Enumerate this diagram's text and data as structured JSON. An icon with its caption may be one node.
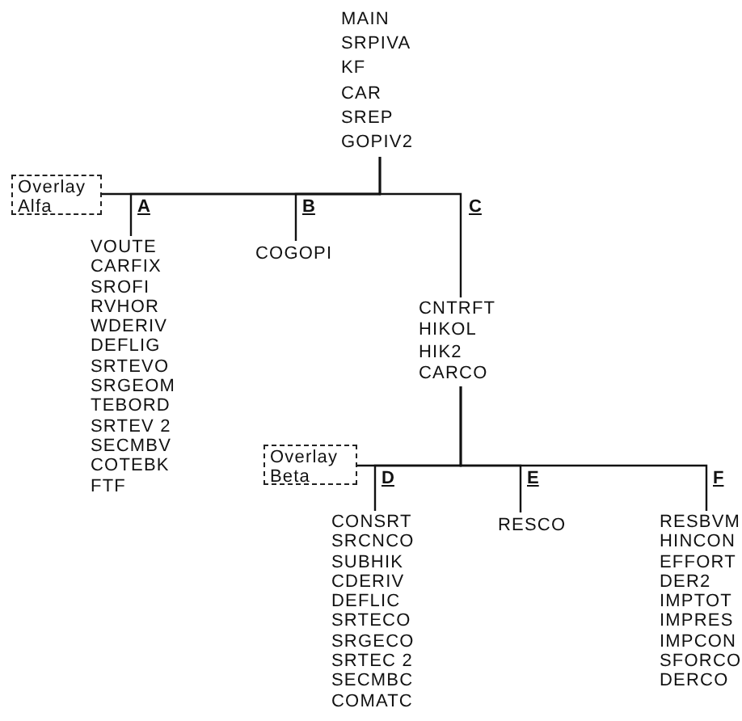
{
  "diagram": {
    "nodes": [
      {
        "text": [
          "MAIN",
          "SRPIVA",
          "KF",
          "CAR",
          "SREP",
          "GOPIV2"
        ]
      },
      {
        "text": [
          "Overlay Alfa"
        ]
      },
      {
        "text": [
          "VOUTE",
          "CARFIX",
          "SROFI",
          "RVHOR",
          "WDERIV",
          "DEFLIG",
          "SRTEVO",
          "SRGEOM",
          "TEBORD",
          "SRTEV 2",
          "SECMBV",
          "COTEBK",
          "FTF"
        ]
      },
      {
        "text": [
          "COGOPI"
        ]
      },
      {
        "text": [
          "CNTRFT",
          "HIKOL",
          "HIK2",
          "CARCO"
        ]
      },
      {
        "text": [
          "Overlay Beta"
        ]
      },
      {
        "text": [
          "CONSRT",
          "SRCNCO",
          "SUBHIK",
          "CDERIV",
          "DEFLIC",
          "SRTECO",
          "SRGECO",
          "SRTEC 2",
          "SECMBC",
          "COMATC"
        ]
      },
      {
        "text": [
          "RESCO"
        ]
      },
      {
        "text": [
          "RESBVM",
          "HINCON",
          "EFFORT",
          "DER2",
          "IMPTOT",
          "IMPRES",
          "IMPCON",
          "SFORCO",
          "DERCO"
        ]
      }
    ],
    "labels": [
      "A",
      "B",
      "C",
      "D",
      "E",
      "F"
    ],
    "edges": [
      {
        "from": 0,
        "to": 1,
        "arrow": "none"
      },
      {
        "from": 0,
        "to": 2,
        "arrow": "none"
      },
      {
        "from": 0,
        "to": 3,
        "arrow": "none"
      },
      {
        "from": 0,
        "to": 4,
        "arrow": "none"
      },
      {
        "from": 4,
        "to": 5,
        "arrow": "none"
      },
      {
        "from": 4,
        "to": 6,
        "arrow": "none"
      },
      {
        "from": 4,
        "to": 7,
        "arrow": "none"
      },
      {
        "from": 4,
        "to": 8,
        "arrow": "none"
      }
    ]
  }
}
